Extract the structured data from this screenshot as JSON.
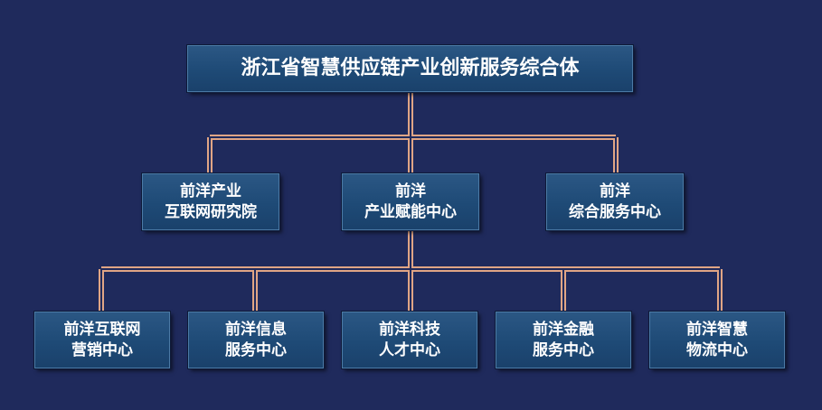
{
  "root": {
    "title": "浙江省智慧供应链产业创新服务综合体"
  },
  "level2": [
    {
      "line1": "前洋产业",
      "line2": "互联网研究院"
    },
    {
      "line1": "前洋",
      "line2": "产业赋能中心"
    },
    {
      "line1": "前洋",
      "line2": "综合服务中心"
    }
  ],
  "level3": [
    {
      "line1": "前洋互联网",
      "line2": "营销中心"
    },
    {
      "line1": "前洋信息",
      "line2": "服务中心"
    },
    {
      "line1": "前洋科技",
      "line2": "人才中心"
    },
    {
      "line1": "前洋金融",
      "line2": "服务中心"
    },
    {
      "line1": "前洋智慧",
      "line2": "物流中心"
    }
  ],
  "colors": {
    "background": "#1f2a5c",
    "node_fill": "#1e4a76",
    "node_border": "#4b7aa6",
    "connector_outer": "#e0a585",
    "connector_inner": "#1f2a5c"
  }
}
